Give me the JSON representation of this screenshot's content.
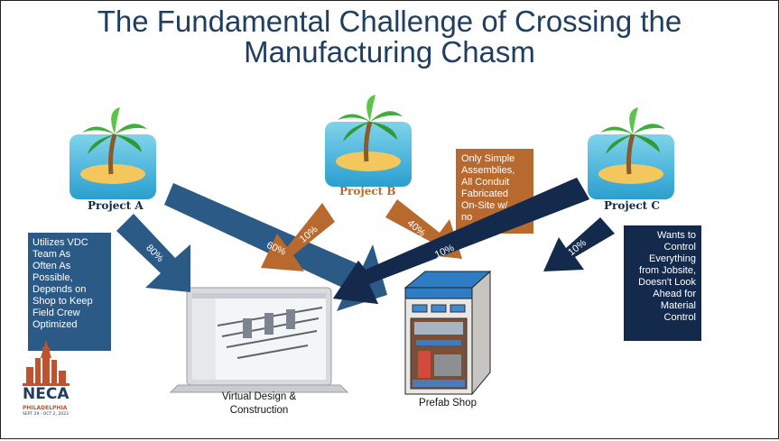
{
  "title": {
    "line1": "The Fundamental Challenge of Crossing the",
    "line2": "Manufacturing Chasm"
  },
  "projects": {
    "a": "Project A",
    "b": "Project B",
    "c": "Project C"
  },
  "notes": {
    "left": [
      "Utilizes VDC",
      "Team As",
      "Often As",
      "Possible,",
      "Depends on",
      "Shop to Keep",
      "Field Crew",
      "Optimized"
    ],
    "middle": [
      "Only Simple",
      "Assemblies,",
      "All Conduit",
      "Fabricated",
      "On-Site w/",
      "no"
    ],
    "right": [
      "Wants to",
      "Control",
      "Everything",
      "from Jobsite,",
      "Doesn't Look",
      "Ahead for",
      "Material",
      "Control"
    ]
  },
  "arrows": {
    "a_vdc": "80%",
    "a_shop": "60%",
    "b_vdc": "10%",
    "b_shop": "40%",
    "c_vdc": "10%",
    "c_shop": "10%"
  },
  "destinations": {
    "vdc": [
      "Virtual Design &",
      "Construction"
    ],
    "shop": "Prefab Shop"
  },
  "logo": {
    "name": "NECA",
    "city": "PHILADELPHIA",
    "dates": "SEPT 29 - OCT 2, 2023"
  },
  "colors": {
    "title": "#1f3e60",
    "blue_arrow": "#2b5a86",
    "orange_arrow": "#b8692d",
    "navy_arrow": "#142a4c"
  },
  "icons": [
    "palm-island-icon",
    "laptop-icon",
    "building-icon",
    "liberty-bell-icon"
  ]
}
